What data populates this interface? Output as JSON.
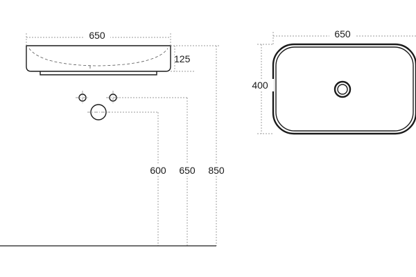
{
  "side_view": {
    "width_label": "650",
    "height_label": "125",
    "tap_height_label": "600",
    "waste_height_label": "650",
    "rim_height_label": "850"
  },
  "top_view": {
    "width_label": "650",
    "depth_label": "400"
  },
  "colors": {
    "line": "#1a1a1a",
    "dimension": "#777777",
    "background": "#ffffff"
  }
}
